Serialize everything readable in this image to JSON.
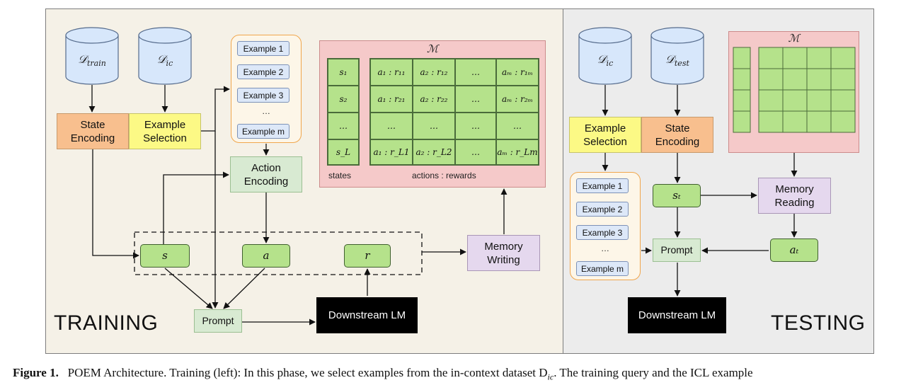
{
  "training": {
    "label": "TRAINING",
    "d_train": {
      "symbol": "𝒟",
      "sub": "train"
    },
    "d_ic": {
      "symbol": "𝒟",
      "sub": "ic"
    },
    "state_encoding": "State\nEncoding",
    "example_selection": "Example\nSelection",
    "examples": [
      "Example 1",
      "Example 2",
      "Example 3",
      "Example m"
    ],
    "examples_ellipsis": "…",
    "action_encoding": "Action\nEncoding",
    "node_s": "s",
    "node_a": "a",
    "node_r": "r",
    "prompt": "Prompt",
    "downstream_lm": "Downstream LM",
    "memory_writing": "Memory\nWriting",
    "memory": {
      "title": "ℳ",
      "states": [
        "s₁",
        "s₂",
        "…",
        "s_L"
      ],
      "rows": [
        [
          "a₁ : r₁₁",
          "a₂ : r₁₂",
          "…",
          "aₘ : r₁ₘ"
        ],
        [
          "a₁ : r₂₁",
          "a₂ : r₂₂",
          "…",
          "aₘ : r₂ₘ"
        ],
        [
          "…",
          "…",
          "…",
          "…"
        ],
        [
          "a₁ : r_L1",
          "a₂ : r_L2",
          "…",
          "aₘ : r_Lm"
        ]
      ],
      "states_label": "states",
      "actions_label": "actions : rewards"
    }
  },
  "testing": {
    "label": "TESTING",
    "d_ic": {
      "symbol": "𝒟",
      "sub": "ic"
    },
    "d_test": {
      "symbol": "𝒟",
      "sub": "test"
    },
    "example_selection": "Example\nSelection",
    "state_encoding": "State\nEncoding",
    "examples": [
      "Example 1",
      "Example 2",
      "Example 3",
      "Example m"
    ],
    "examples_ellipsis": "…",
    "node_st": "sₜ",
    "node_at": "aₜ",
    "prompt": "Prompt",
    "downstream_lm": "Downstream LM",
    "memory_reading": "Memory\nReading",
    "memory_title": "ℳ"
  },
  "caption": {
    "label": "Figure 1.",
    "text": "POEM Architecture. Training (left): In this phase, we select examples from the in-context dataset D",
    "sub": "ic",
    "tail": ". The training query and the ICL example"
  }
}
